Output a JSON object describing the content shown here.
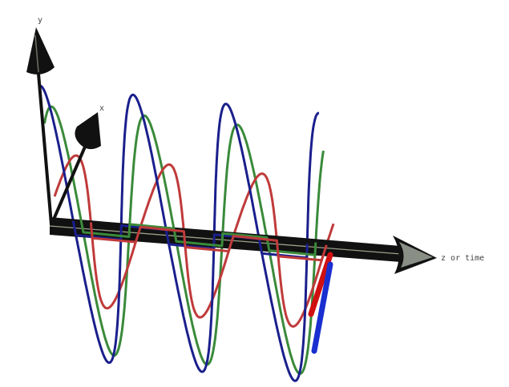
{
  "labels": {
    "y_axis": "y",
    "x_axis": "x",
    "z_axis": "z or time"
  },
  "colors": {
    "background": "#ffffff",
    "axis": "#111111",
    "axis_highlight": "#9aa08a",
    "arrow_gray": "#8a8f86",
    "wave_blue": "#1a1f8c",
    "wave_green": "#3a8a3a",
    "wave_red": "#c03a3a",
    "vector_red": "#d01010",
    "vector_blue": "#1a2fd0"
  }
}
